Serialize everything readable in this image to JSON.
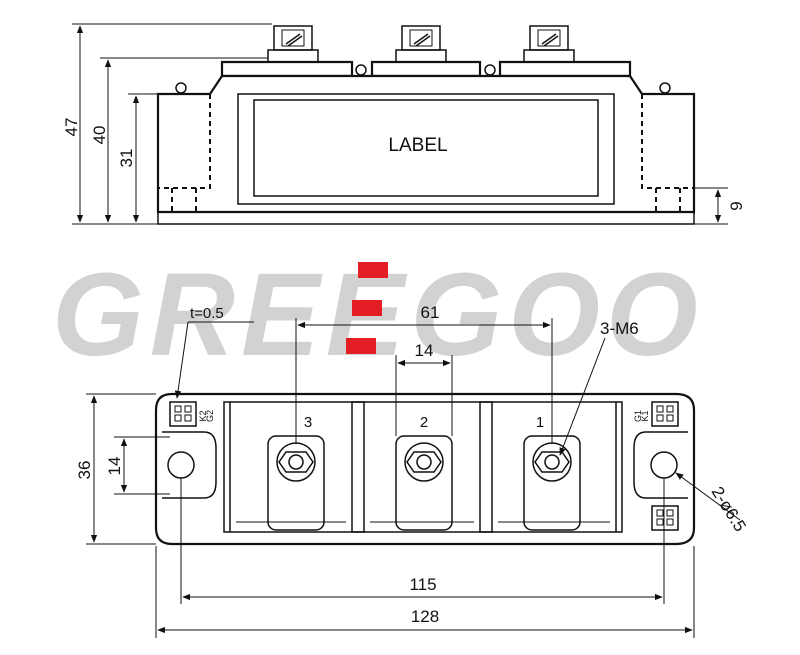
{
  "watermark": {
    "text": "GREEGOO",
    "accent": "#e31e24",
    "gray": "#d2d2d2"
  },
  "side_view": {
    "label": "LABEL",
    "dims": {
      "h_total": "47",
      "h_top": "40",
      "h_body": "31",
      "h_base": "9"
    }
  },
  "top_view": {
    "thickness": "t=0.5",
    "pitch_outer": "61",
    "pitch_inner": "14",
    "screws": "3-M6",
    "terminal_numbers": [
      "3",
      "2",
      "1"
    ],
    "height": "36",
    "hole_offset": "14",
    "mount_holes": "2-ø6.5",
    "hole_span": "115",
    "length": "128",
    "gate_pins": [
      "K2",
      "G2",
      "G1",
      "K1"
    ]
  }
}
